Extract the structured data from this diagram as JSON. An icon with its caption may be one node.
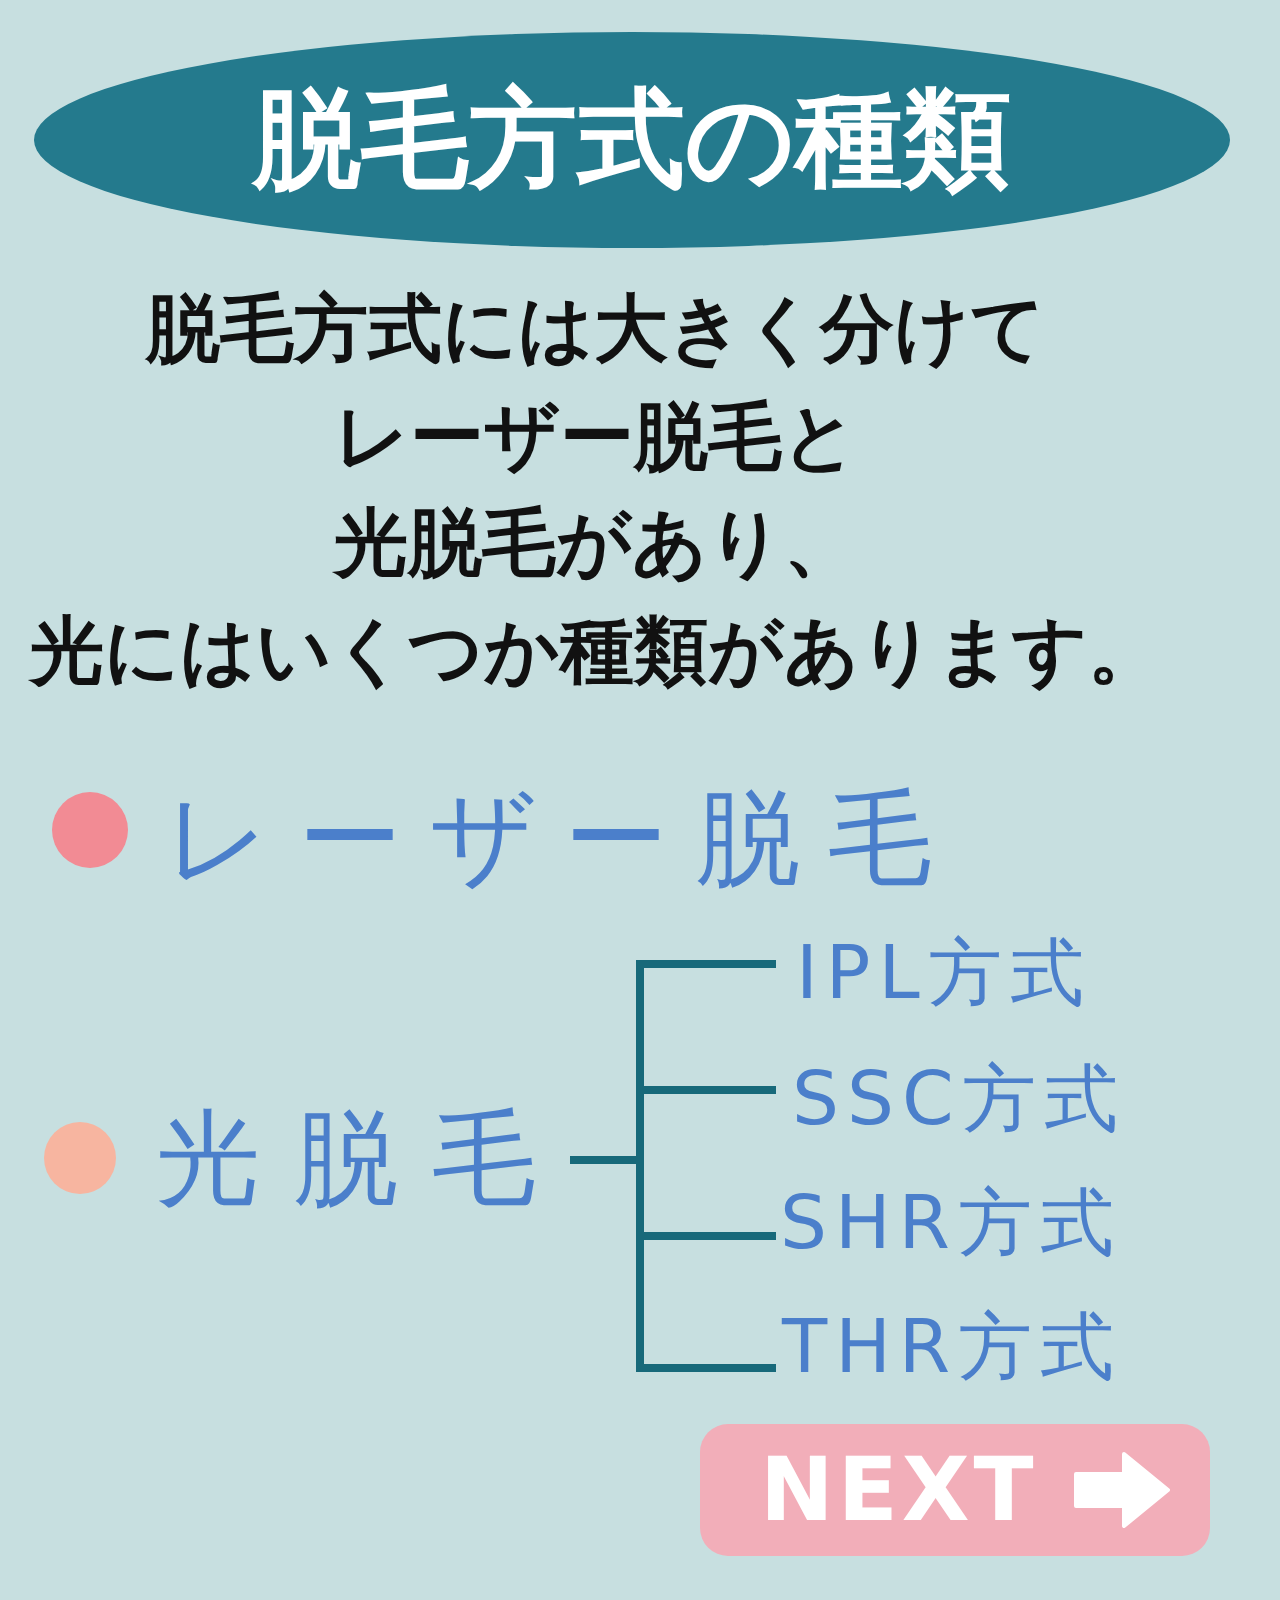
{
  "diagram": {
    "title": "脱毛方式の種類",
    "nodes": [
      {
        "text": [
          "レーザー脱毛"
        ]
      },
      {
        "text": [
          "光脱毛"
        ]
      },
      {
        "text": [
          "IPL方式"
        ]
      },
      {
        "text": [
          "SSC方式"
        ]
      },
      {
        "text": [
          "SHR方式"
        ]
      },
      {
        "text": [
          "THR方式"
        ]
      }
    ],
    "edges": [
      {
        "from": 1,
        "to": 2,
        "arrow": "none"
      },
      {
        "from": 1,
        "to": 3,
        "arrow": "none"
      },
      {
        "from": 1,
        "to": 4,
        "arrow": "none"
      },
      {
        "from": 1,
        "to": 5,
        "arrow": "none"
      }
    ],
    "labels": [
      "脱毛方式には大きく分けてレーザー脱毛と光脱毛があり、光にはいくつか種類があります。",
      "NEXT"
    ]
  }
}
